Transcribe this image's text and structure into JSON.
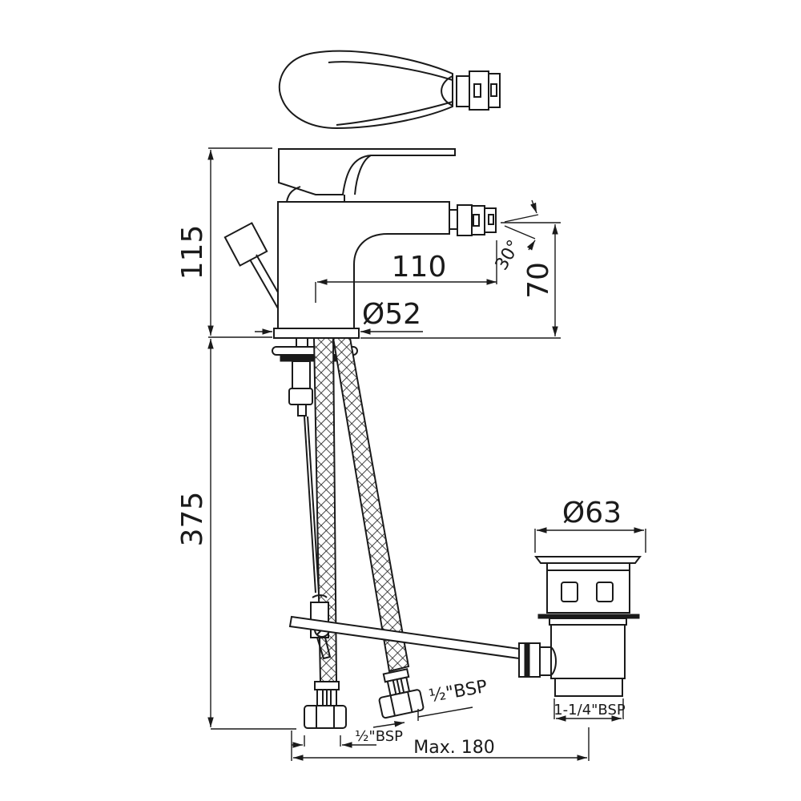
{
  "drawing": {
    "subject": "Bidet mixer with pop-up waste — dimension drawing",
    "line_color": "#1a1a1a",
    "background": "#ffffff"
  },
  "dimensions": {
    "total_height_above_deck": "115",
    "below_deck_length": "375",
    "spout_reach": "110",
    "nozzle_height": "70",
    "nozzle_angle": "30°",
    "base_diameter": "Ø52",
    "waste_diameter": "Ø63",
    "waste_thread": "1-1/4\"BSP",
    "hose_thread_large": "½\"BSP",
    "hose_thread_small": "½\"BSP",
    "max_distance": "Max. 180"
  },
  "views": [
    {
      "name": "top-view",
      "description": "Lever handle from above with spray nozzle"
    },
    {
      "name": "side-view",
      "description": "Mixer body, lever, spout nozzle, pull rod"
    },
    {
      "name": "under-deck",
      "description": "Braided flexible hoses, fixing stud, pull rod linkage"
    },
    {
      "name": "pop-up-waste",
      "description": "Pop-up waste with lift rod connection"
    }
  ]
}
